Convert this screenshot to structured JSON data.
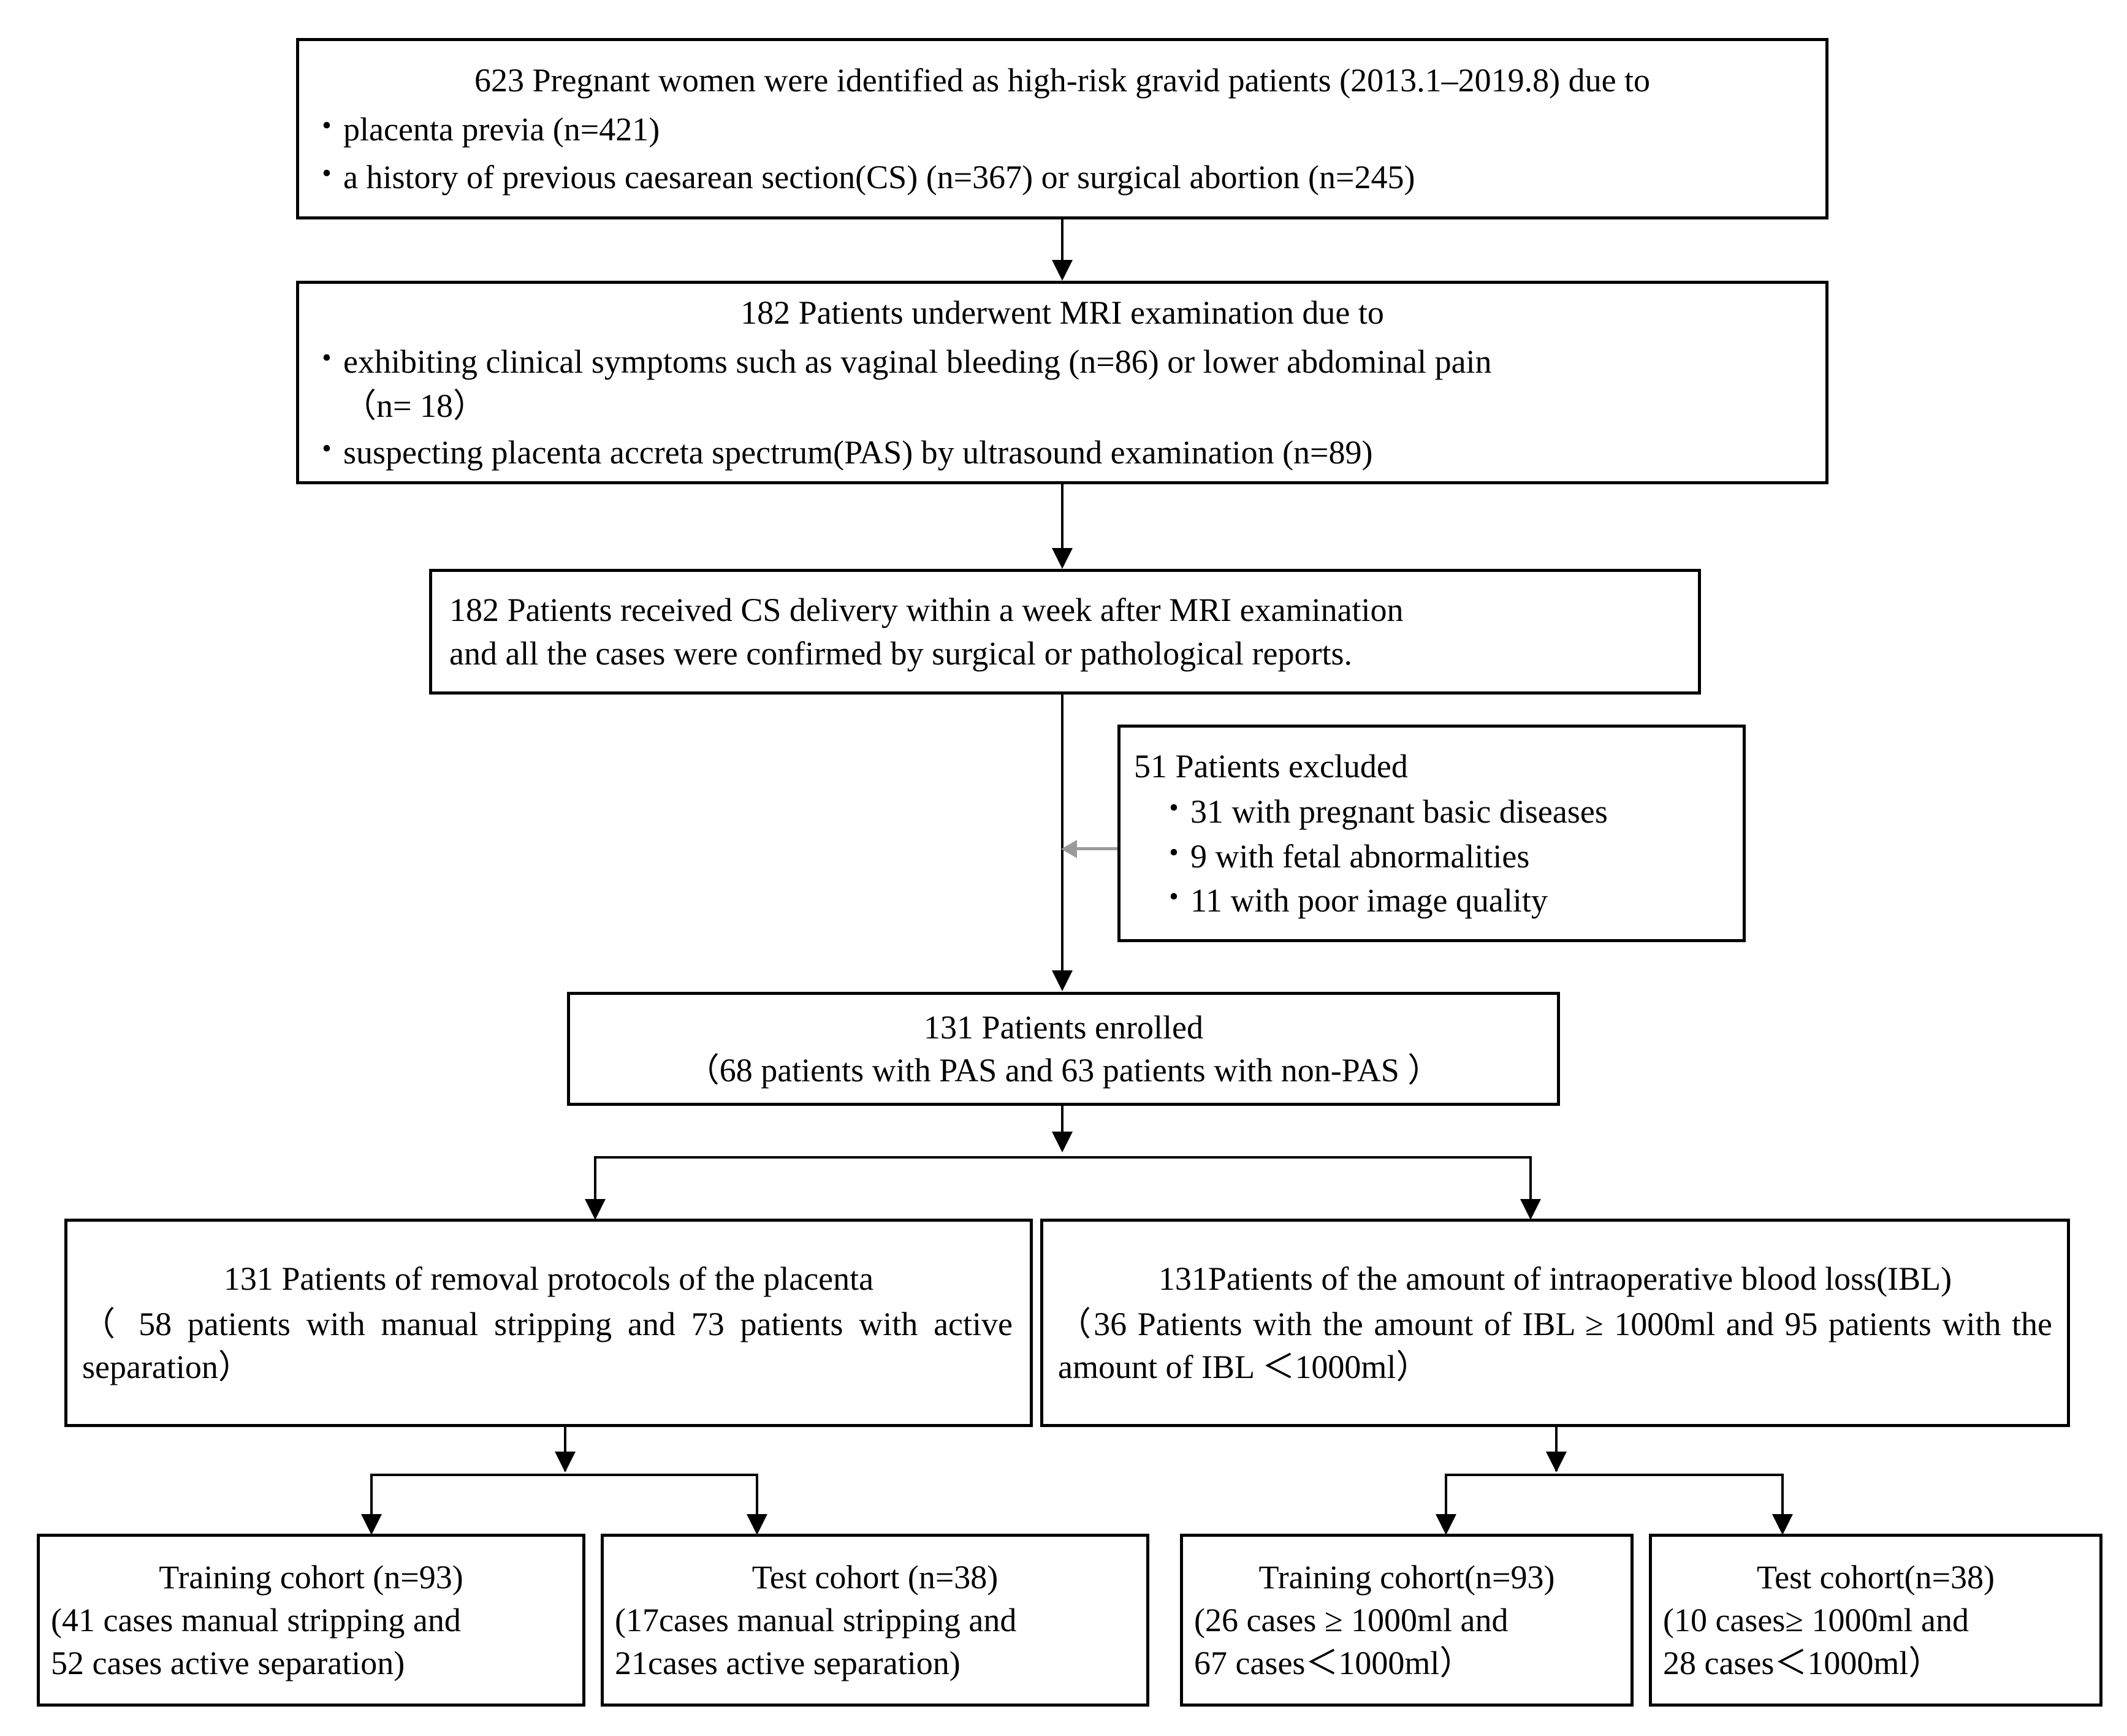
{
  "diagram": {
    "title": "Patient enrollment flowchart",
    "type": "flowchart",
    "accent_color": "#000000",
    "exclusion_connector_color": "#9a9a9a"
  },
  "boxes": {
    "identified": {
      "name": "identified-cohort-box",
      "heading": "623 Pregnant women were identified as  high-risk gravid patients (2013.1–2019.8)  due to",
      "bullets": [
        "placenta previa (n=421)",
        "a history of previous caesarean section(CS)  (n=367) or surgical abortion (n=245)"
      ]
    },
    "mri": {
      "name": "mri-examination-box",
      "heading": "182 Patients underwent MRI examination due to",
      "bullets": [
        "exhibiting clinical symptoms such as vaginal bleeding (n=86) or lower abdominal pain",
        "suspecting placenta accreta spectrum(PAS) by ultrasound examination (n=89)"
      ],
      "bullet1_continuation": "（n= 18）"
    },
    "delivery": {
      "name": "cs-delivery-box",
      "lines": [
        "182 Patients received CS delivery within a week after MRI examination",
        "and all the cases were confirmed by surgical or pathological reports."
      ]
    },
    "excluded": {
      "name": "excluded-patients-box",
      "heading": "51 Patients excluded",
      "bullets": [
        "31 with pregnant basic diseases",
        "9 with fetal  abnormalities",
        "11 with poor image quality"
      ]
    },
    "enrolled": {
      "name": "enrolled-patients-box",
      "lines": [
        "131 Patients enrolled",
        "（68 patients with PAS and 63 patients with non-PAS ）"
      ]
    },
    "removal_protocols": {
      "name": "removal-protocols-box",
      "lines": [
        "131 Patients of removal protocols of the placenta",
        "（ 58 patients with manual stripping and 73 patients with active separation）"
      ]
    },
    "blood_loss": {
      "name": "blood-loss-box",
      "lines": [
        "131Patients of the amount of intraoperative blood loss(IBL)",
        "（36 Patients with the amount of IBL ≥ 1000ml and 95 patients with the amount of IBL ＜1000ml）"
      ]
    },
    "removal_training": {
      "name": "removal-training-cohort-box",
      "lines": [
        "Training cohort (n=93)",
        "(41 cases manual stripping and",
        "52 cases active separation)"
      ]
    },
    "removal_test": {
      "name": "removal-test-cohort-box",
      "lines": [
        "Test cohort (n=38)",
        "(17cases manual stripping and",
        "21cases active separation)"
      ]
    },
    "ibl_training": {
      "name": "ibl-training-cohort-box",
      "lines": [
        "Training cohort(n=93)",
        "(26 cases ≥ 1000ml and",
        "67 cases＜1000ml）"
      ]
    },
    "ibl_test": {
      "name": "ibl-test-cohort-box",
      "lines": [
        "Test cohort(n=38)",
        "(10 cases≥ 1000ml and",
        "28 cases＜1000ml）"
      ]
    }
  },
  "symbols": {
    "bullet": "•"
  },
  "counts": {
    "identified_total": 623,
    "placenta_previa": 421,
    "previous_cs": 367,
    "surgical_abortion": 245,
    "mri_total": 182,
    "vaginal_bleeding": 86,
    "lower_abdominal_pain": 18,
    "suspected_pas": 89,
    "cs_delivery_total": 182,
    "excluded_total": 51,
    "excluded_basic_diseases": 31,
    "excluded_fetal_abnormalities": 9,
    "excluded_poor_image_quality": 11,
    "enrolled_total": 131,
    "enrolled_pas": 68,
    "enrolled_non_pas": 63,
    "manual_stripping": 58,
    "active_separation": 73,
    "ibl_ge_1000": 36,
    "ibl_lt_1000": 95,
    "training_cohort_n": 93,
    "test_cohort_n": 38,
    "training_manual_stripping": 41,
    "training_active_separation": 52,
    "test_manual_stripping": 17,
    "test_active_separation": 21,
    "training_ibl_ge_1000": 26,
    "training_ibl_lt_1000": 67,
    "test_ibl_ge_1000": 10,
    "test_ibl_lt_1000": 28
  }
}
